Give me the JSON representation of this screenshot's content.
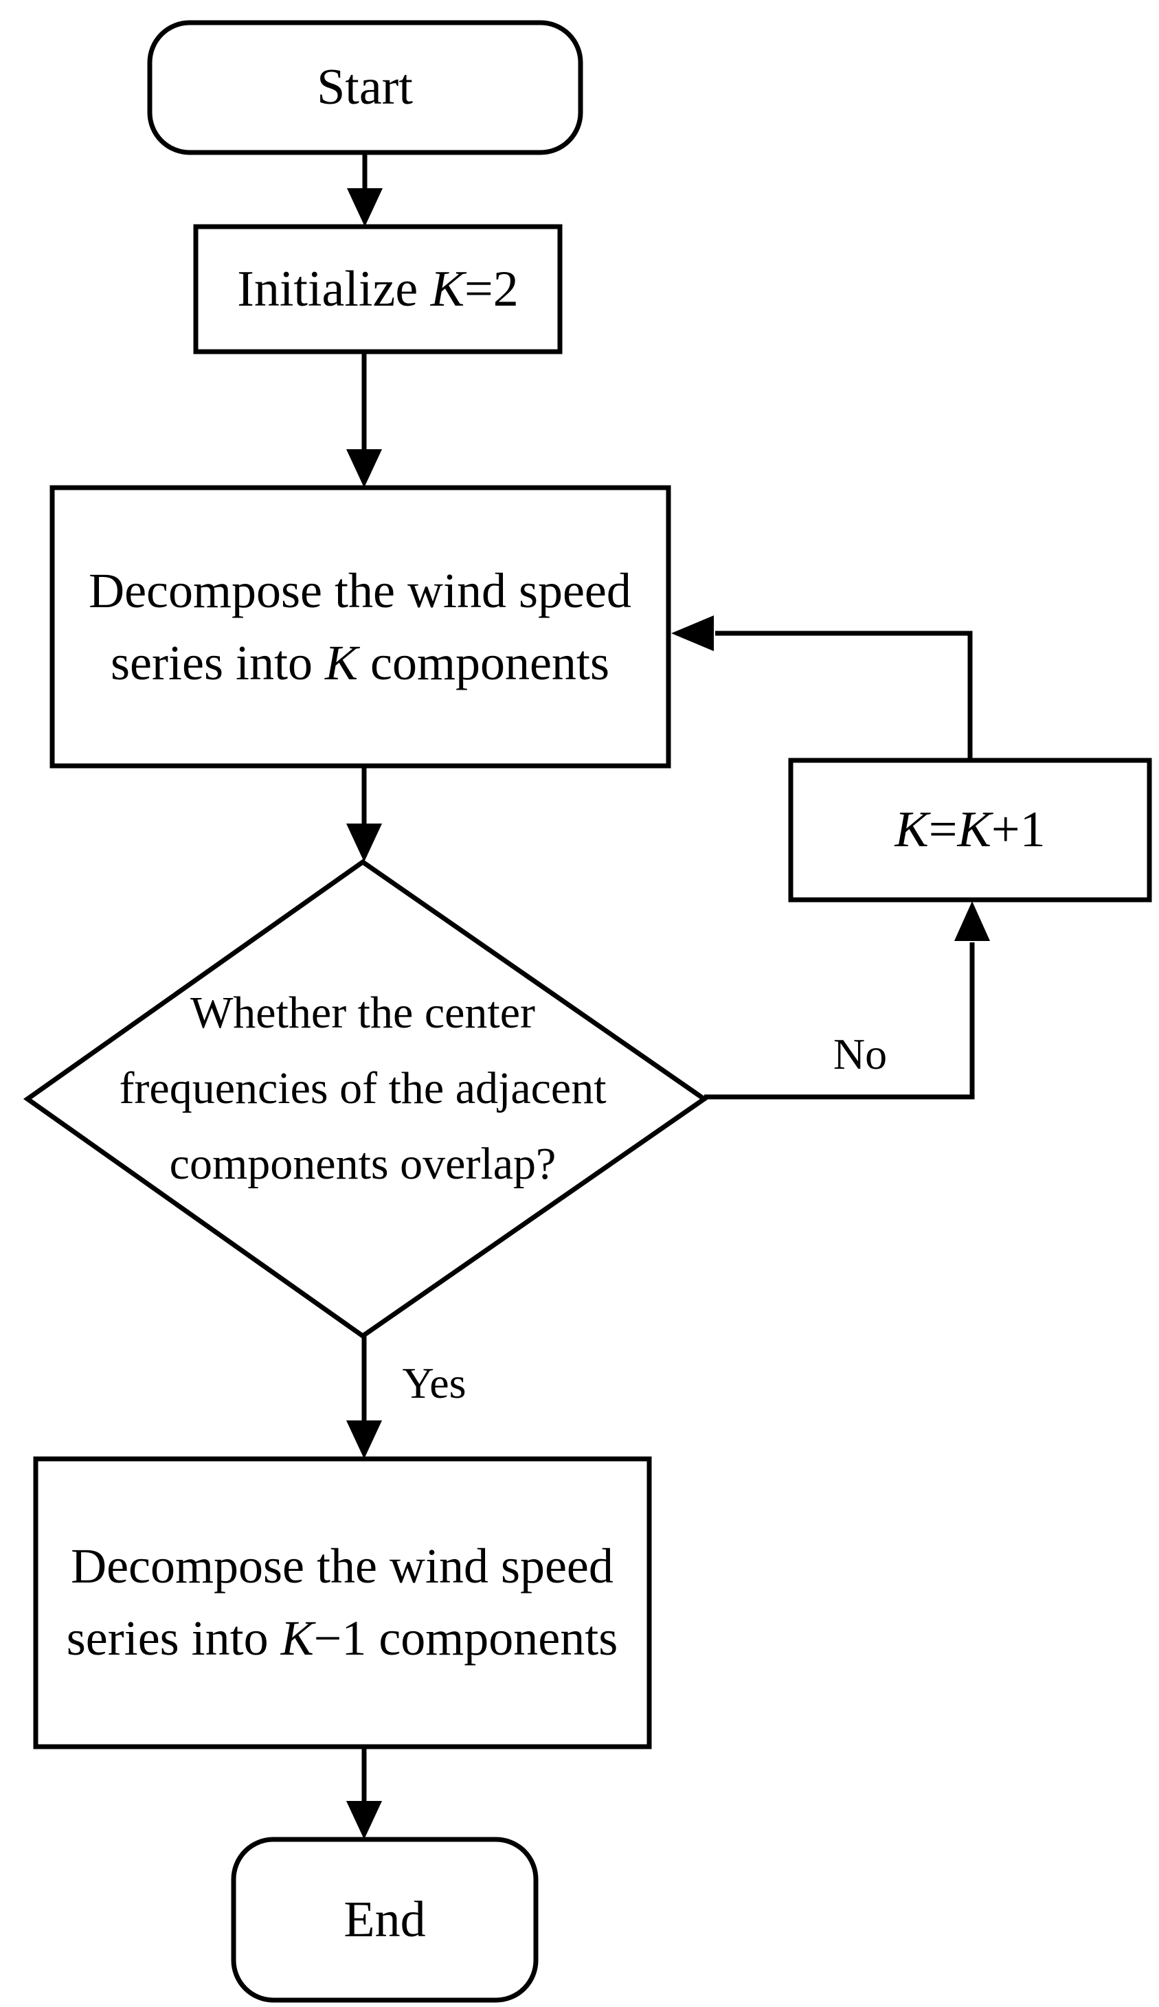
{
  "figure": {
    "type": "flowchart",
    "background_color": "#ffffff",
    "line_color": "#000000",
    "nodes": {
      "start": {
        "shape": "stadium",
        "label": "Start"
      },
      "initialize": {
        "shape": "process",
        "text_before_k": "Initialize ",
        "k": "K",
        "text_after_k": "=2"
      },
      "decompose_k": {
        "shape": "process",
        "line1": "Decompose the wind speed",
        "line2_before_k": "series into ",
        "k": "K",
        "line2_after_k": " components"
      },
      "decision": {
        "shape": "decision",
        "line1": "Whether the center",
        "line2": "frequencies of the adjacent",
        "line3": "components overlap?"
      },
      "increment_k": {
        "shape": "process",
        "k1": "K",
        "equals": "=",
        "k2": "K",
        "plus_one": "+1"
      },
      "decompose_k_minus_1": {
        "shape": "process",
        "line1": "Decompose the wind speed",
        "line2_before_k": "series into ",
        "k": "K",
        "line2_after_k": "−1 components"
      },
      "end": {
        "shape": "stadium",
        "label": "End"
      }
    },
    "edge_labels": {
      "no": "No",
      "yes": "Yes"
    }
  }
}
